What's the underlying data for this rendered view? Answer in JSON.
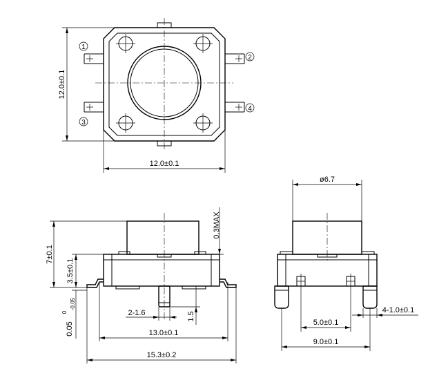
{
  "top_view": {
    "height_dim": "12.0±0.1",
    "width_dim": "12.0±0.1",
    "pins": [
      "1",
      "2",
      "3",
      "4"
    ]
  },
  "front_view": {
    "height_total": "7±0.1",
    "height_body": "3.5±0.1",
    "plunger_clearance": "0.3MAX",
    "standoff": "0.05",
    "standoff_tol_upper": "0",
    "standoff_tol_lower": "-0.05",
    "post_diameter": "2-1.6",
    "post_height": "1.5",
    "body_width": "13.0±0.1",
    "overall_width": "15.3±0.2"
  },
  "side_view": {
    "plunger_diameter": "ø6.7",
    "pin_spacing": "5.0±0.1",
    "pin_width": "4-1.0±0.1",
    "lead_span": "9.0±0.1"
  }
}
